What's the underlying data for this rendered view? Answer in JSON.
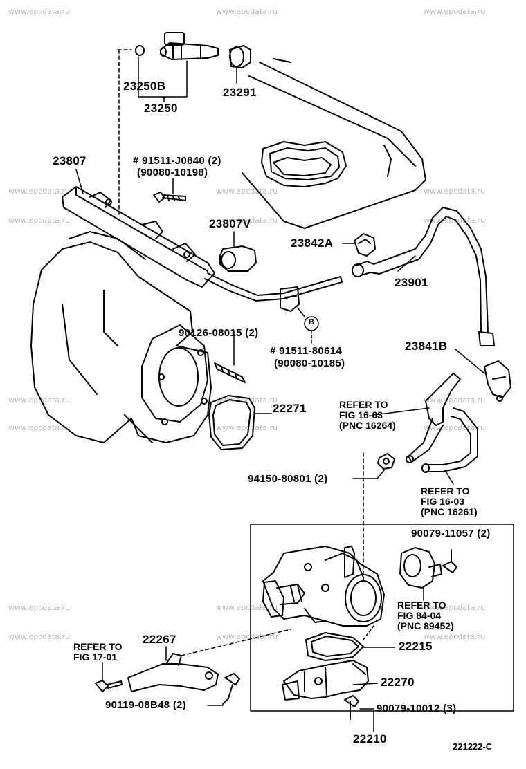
{
  "watermark": "www.epcdata.ru",
  "labels": {
    "p23250B": "23250B",
    "p23250": "23250",
    "p23291": "23291",
    "p23807": "23807",
    "bolt_a": "# 91511-J0840 (2)",
    "bolt_a_alt": "(90080-10198)",
    "p23807V": "23807V",
    "p23842A": "23842A",
    "p23901": "23901",
    "stud": "90126-08015 (2)",
    "circle_b": "B",
    "bolt_b": "# 91511-80614",
    "bolt_b_alt": "(90080-10185)",
    "p23841B": "23841B",
    "p22271": "22271",
    "nut": "94150-80801 (2)",
    "screw_1": "90079-11057 (2)",
    "p22267": "22267",
    "p22215": "22215",
    "p22270": "22270",
    "bolt_c": "90119-08B48 (2)",
    "screw_2": "90079-10012 (3)",
    "p22210": "22210",
    "fig_code": "221222-C"
  },
  "refs": {
    "ref_16264": [
      "REFER TO",
      "FIG 16-03",
      "(PNC 16264)"
    ],
    "ref_16261": [
      "REFER TO",
      "FIG 16-03",
      "(PNC 16261)"
    ],
    "ref_89452": [
      "REFER TO",
      "FIG 84-04",
      "(PNC 89452)"
    ],
    "ref_17_01": [
      "REFER TO",
      "FIG 17-01"
    ]
  }
}
